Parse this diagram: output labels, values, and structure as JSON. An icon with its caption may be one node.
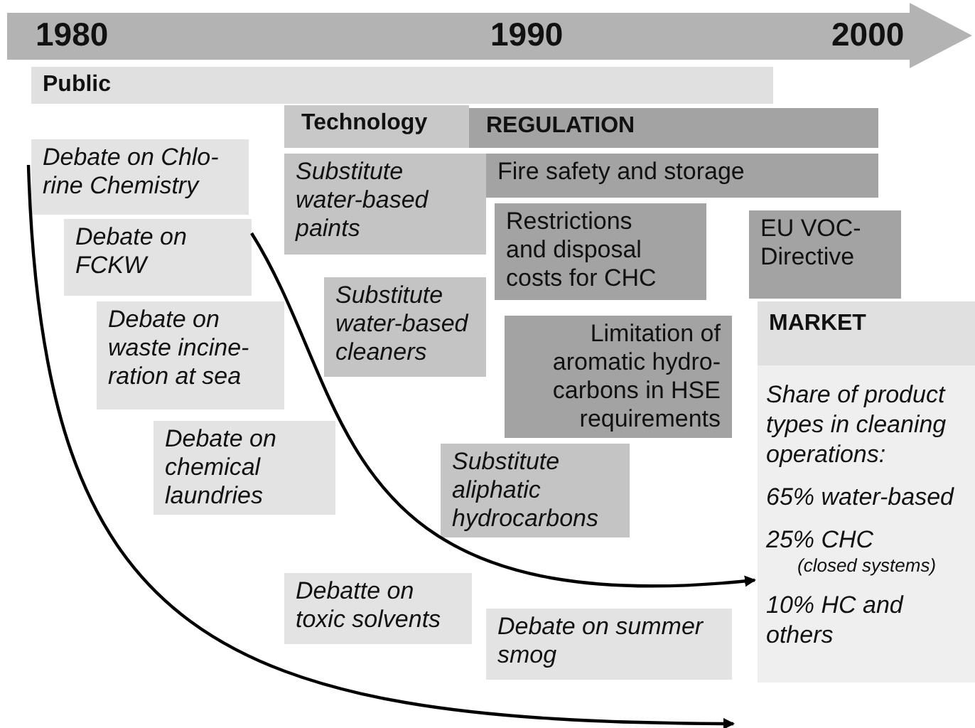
{
  "diagram": {
    "nodes": [
      {
        "text": [
          "Public"
        ]
      },
      {
        "text": [
          "Technology"
        ]
      },
      {
        "text": [
          "REGULATION"
        ]
      },
      {
        "text": [
          "Debate on Chlo- rine Chemistry"
        ]
      },
      {
        "text": [
          "Substitute water-based paints"
        ]
      },
      {
        "text": [
          "Fire safety and storage"
        ]
      },
      {
        "text": [
          "Restrictions and disposal costs for CHC"
        ]
      },
      {
        "text": [
          "EU VOC- Directive"
        ]
      },
      {
        "text": [
          "Debate on FCKW"
        ]
      },
      {
        "text": [
          "Substitute water-based cleaners"
        ]
      },
      {
        "text": [
          "Limitation of aromatic hydro- carbons in HSE requirements"
        ]
      },
      {
        "text": [
          "MARKET",
          "Share of product types in cleaning operations:",
          "65% water-based",
          "25% CHC",
          "(closed systems)",
          "10% HC and others"
        ]
      },
      {
        "text": [
          "Debate on waste incine- ration at sea"
        ]
      },
      {
        "text": [
          "Debate on chemical laundries"
        ]
      },
      {
        "text": [
          "Substitute aliphatic hydrocarbons"
        ]
      },
      {
        "text": [
          "Debatte on toxic solvents"
        ]
      },
      {
        "text": [
          "Debate on summer smog"
        ]
      }
    ],
    "edges": [
      {
        "from": 3,
        "to": null,
        "arrow": "to"
      },
      {
        "from": 8,
        "to": 11,
        "arrow": "to"
      }
    ],
    "labels": [
      "1980",
      "1990",
      "2000"
    ]
  }
}
